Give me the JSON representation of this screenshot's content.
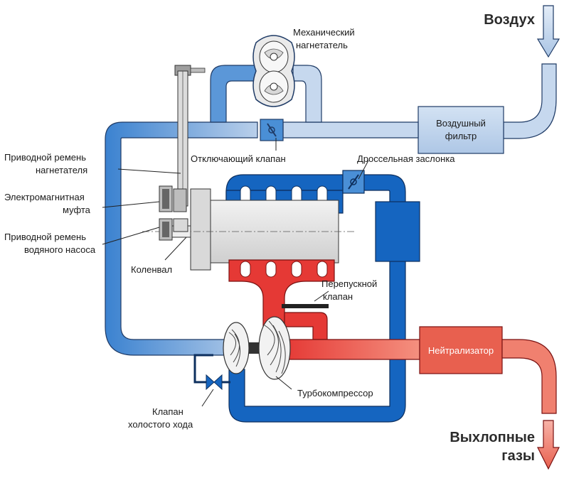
{
  "labels": {
    "air": "Воздух",
    "supercharger_1": "Механический",
    "supercharger_2": "нагнетатель",
    "air_filter_1": "Воздушный",
    "air_filter_2": "фильтр",
    "shutoff_valve": "Отключающий клапан",
    "throttle": "Дроссельная заслонка",
    "belt_supercharger_1": "Приводной ремень",
    "belt_supercharger_2": "нагнетателя",
    "em_clutch_1": "Электромагнитная",
    "em_clutch_2": "муфта",
    "belt_pump_1": "Приводной ремень",
    "belt_pump_2": "водяного насоса",
    "crankshaft": "Коленвал",
    "bypass_1": "Перепускной",
    "bypass_2": "клапан",
    "catalyst": "Нейтрализатор",
    "turbo": "Турбокомпрессор",
    "idle_valve_1": "Клапан",
    "idle_valve_2": "холостого хода",
    "exhaust_1": "Выхлопные",
    "exhaust_2": "газы"
  },
  "colors": {
    "pipe_light": "#c6d8ee",
    "pipe_mid": "#4a8fd6",
    "pipe_dark": "#1565c0",
    "pipe_outline": "#1f3b66",
    "exhaust_light": "#f08a7a",
    "exhaust_red": "#e53935",
    "catalyst_box": "#e8604f",
    "engine_grey": "#e6e6e6"
  }
}
